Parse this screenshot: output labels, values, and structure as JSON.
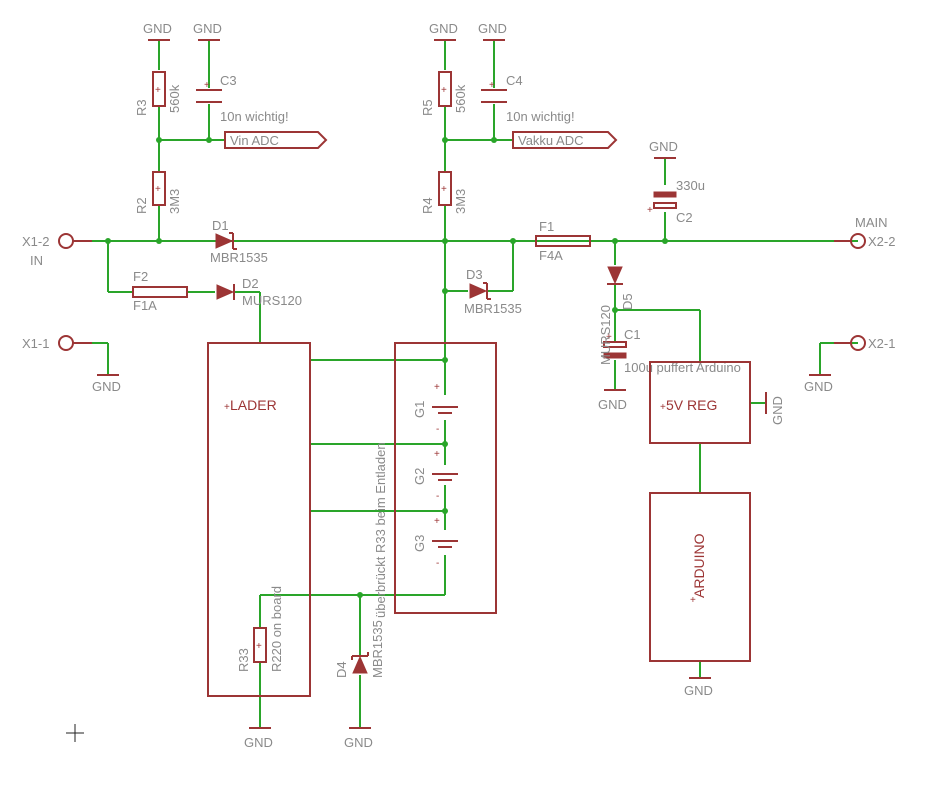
{
  "labels": {
    "gnd": "GND",
    "r3_name": "R3",
    "r3_value": "560k",
    "c3_name": "C3",
    "c3_note": "10n wichtig!",
    "vin_adc": "Vin ADC",
    "r2_name": "R2",
    "r2_value": "3M3",
    "r5_name": "R5",
    "r5_value": "560k",
    "c4_name": "C4",
    "c4_note": "10n wichtig!",
    "vakku_adc": "Vakku ADC",
    "r4_name": "R4",
    "r4_value": "3M3",
    "c2_value": "330u",
    "c2_name": "C2",
    "x1_2": "X1-2",
    "in": "IN",
    "d1_name": "D1",
    "d1_value": "MBR1535",
    "f1_name": "F1",
    "f1_value": "F4A",
    "main": "MAIN",
    "x2_2": "X2-2",
    "f2_name": "F2",
    "f2_value": "F1A",
    "d2_name": "D2",
    "d2_value": "MURS120",
    "d3_name": "D3",
    "d3_value": "MBR1535",
    "d5_value": "MURS120",
    "d5_name": "D5",
    "c1_name": "C1",
    "c1_note": "100u puffert Arduino",
    "x1_1": "X1-1",
    "x2_1": "X2-1",
    "lader": "LADER",
    "g1": "G1",
    "g2": "G2",
    "g3": "G3",
    "note_r33": "überbrückt R33 beim Entladen",
    "reg": "5V REG",
    "arduino": "ARDUINO",
    "r33_name": "R33",
    "r33_value": "R220 on board",
    "d4_name": "D4",
    "d4_value": "MBR1535"
  },
  "colors": {
    "wire": "#2aa52a",
    "part": "#9c3535",
    "text": "#8a8a8a"
  }
}
